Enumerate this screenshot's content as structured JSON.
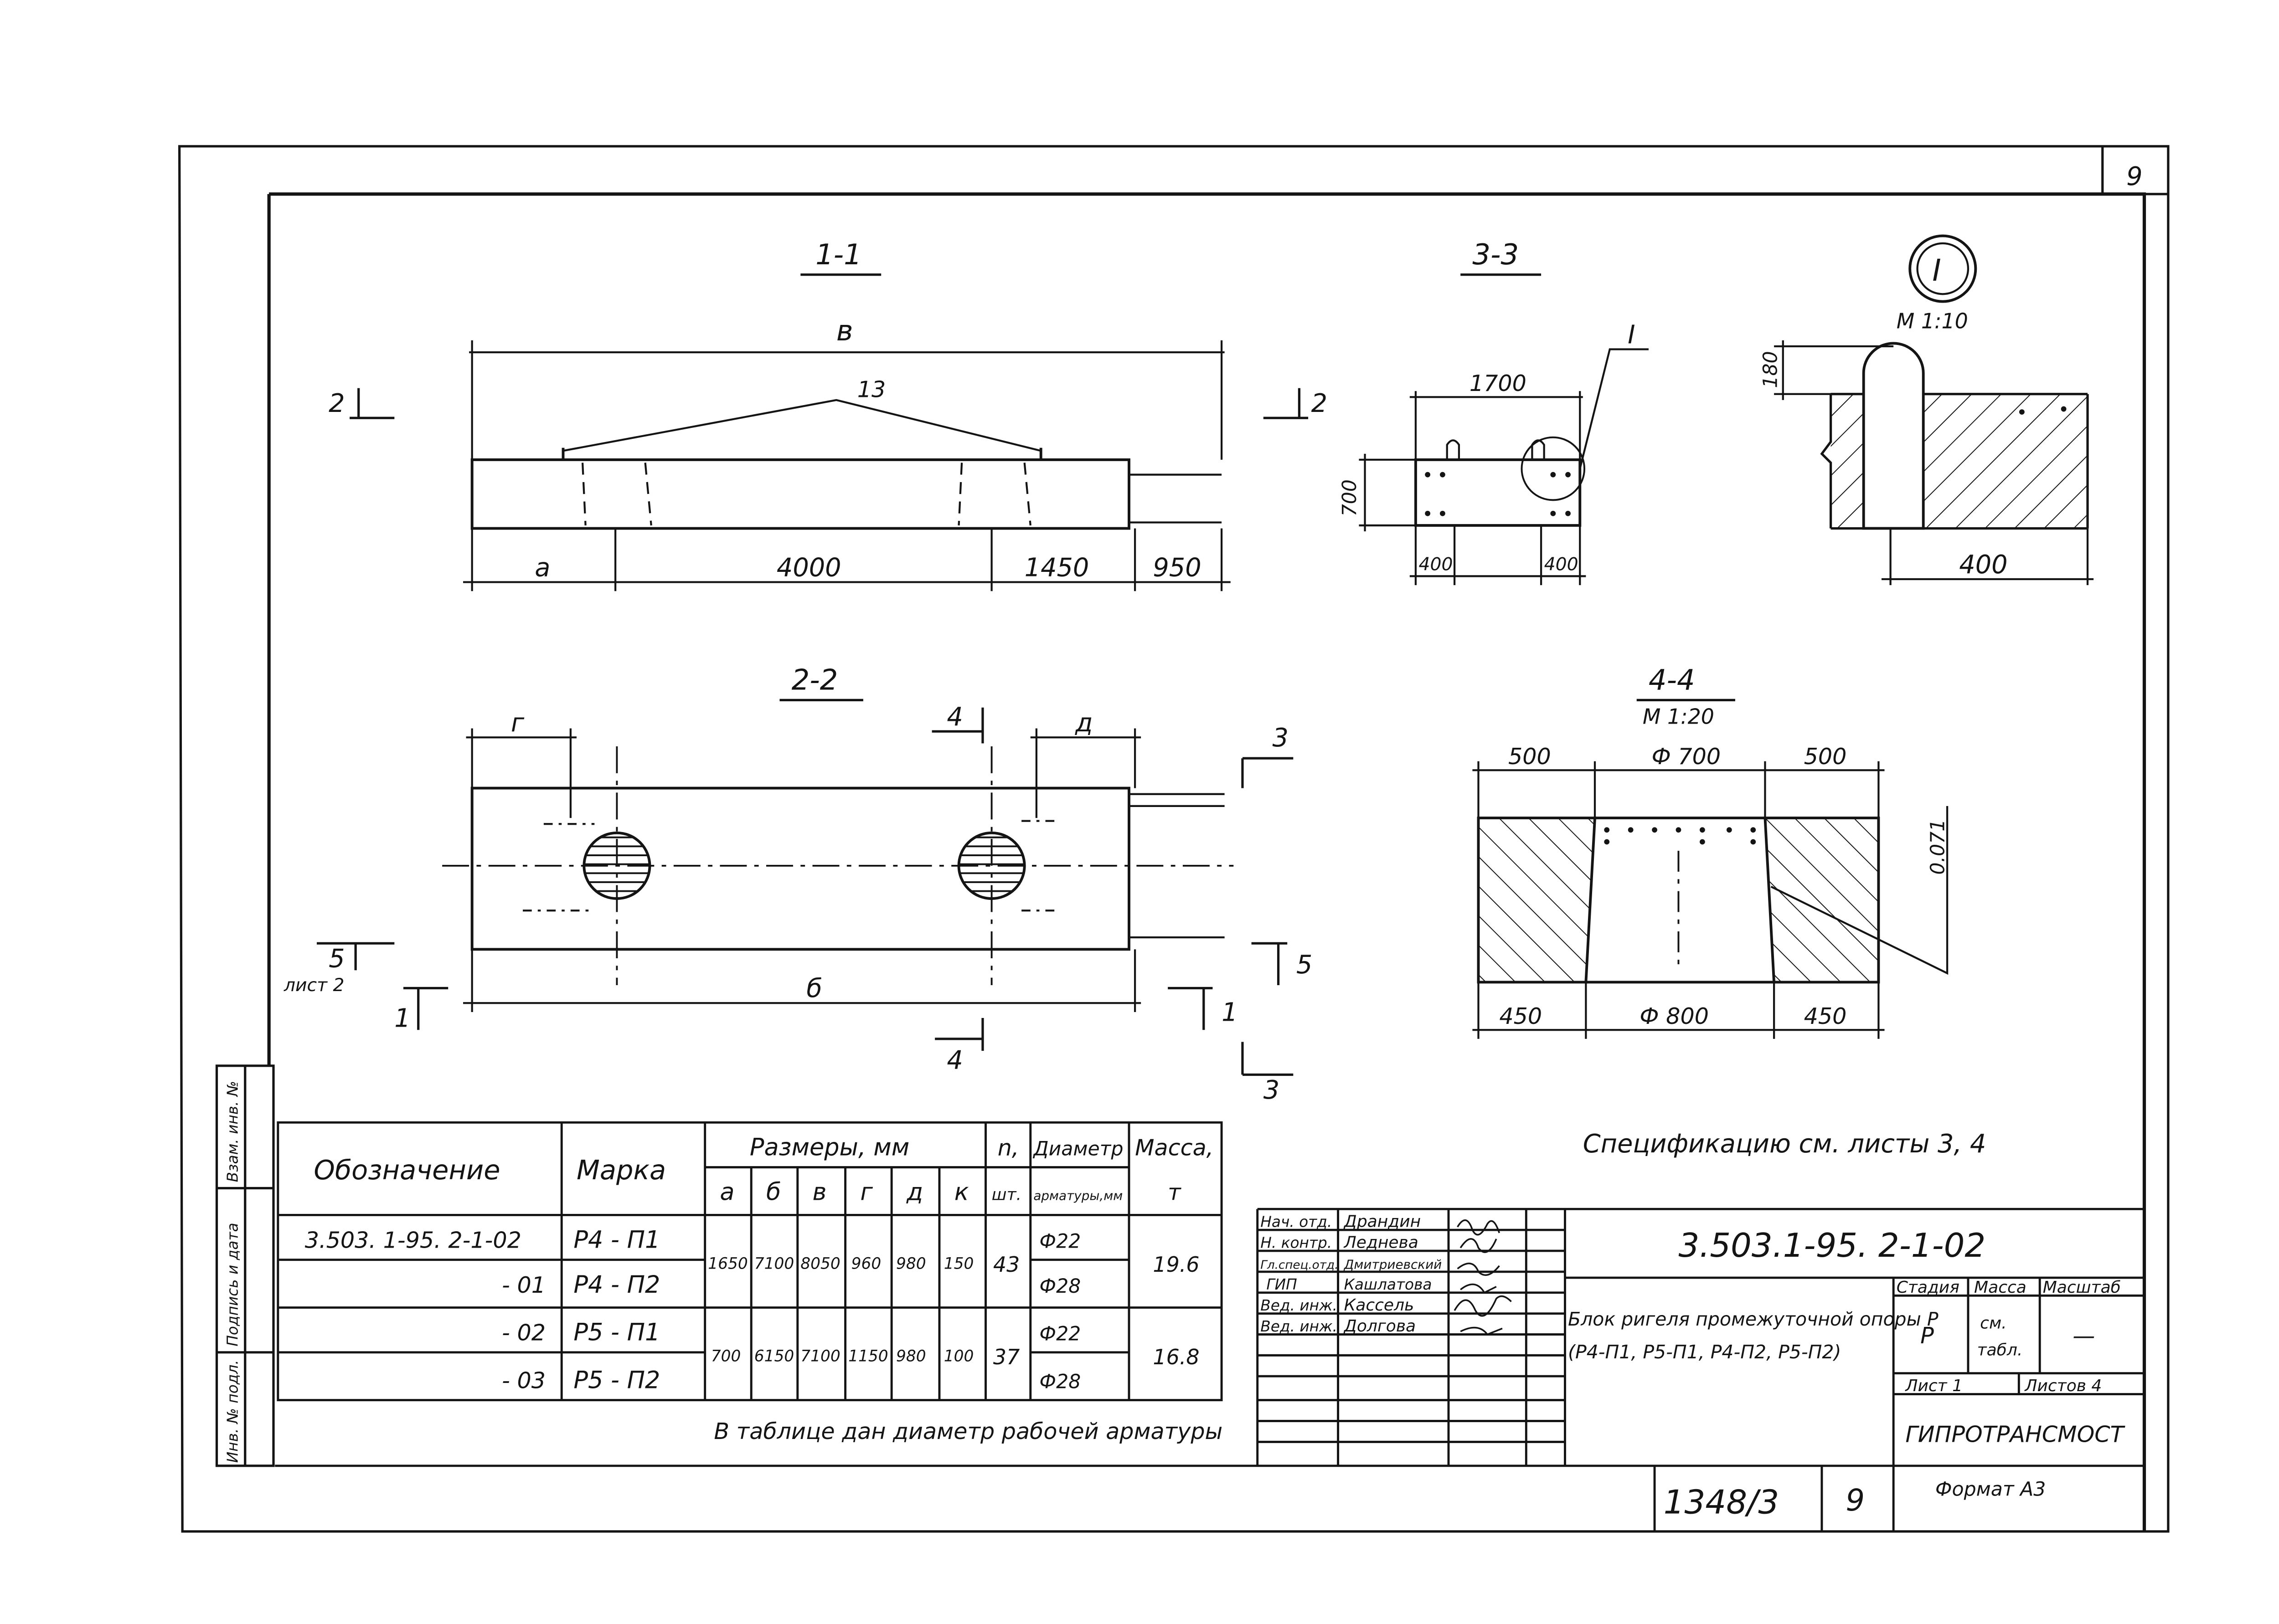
{
  "sheet": {
    "page_number": "9",
    "document_code": "3.503.1-95. 2-1-02",
    "title_line1": "Блок ригеля промежуточной опоры Р",
    "title_line2": "(Р4-П1, Р5-П1, Р4-П2, Р5-П2)",
    "organization": "ГИПРОТРАНСМОСТ",
    "archive_number": "1348/3",
    "archive_sheet": "9",
    "format": "Формат А3",
    "stage_header": "Стадия",
    "mass_header": "Масса",
    "scale_header": "Масштаб",
    "stage_value": "Р",
    "mass_value_1": "см.",
    "mass_value_2": "табл.",
    "scale_value": "—",
    "sheet_label": "Лист 1",
    "sheets_label": "Листов 4"
  },
  "signatures": [
    {
      "role": "Нач. отд.",
      "name": "Драндин"
    },
    {
      "role": "Н. контр.",
      "name": "Леднева"
    },
    {
      "role": "Гл.спец.отд.",
      "name": "Дмитриевский"
    },
    {
      "role": "ГИП",
      "name": "Кашлатова"
    },
    {
      "role": "Вед. инж.",
      "name": "Кассель"
    },
    {
      "role": "Вед. инж.",
      "name": "Долгова"
    }
  ],
  "side_stamp": {
    "inv_orig": "Инв. № подл.",
    "sign_date": "Подпись и дата",
    "replace_inv": "Взам. инв. №"
  },
  "views": {
    "v11": {
      "title": "1-1",
      "dim_top": "в",
      "dim_a": "а",
      "dim_4000": "4000",
      "dim_1450": "1450",
      "dim_950": "950",
      "callout": "13",
      "cut_left": "2",
      "cut_right": "2"
    },
    "v22": {
      "title": "2-2",
      "dim_g": "г",
      "dim_d": "д",
      "dim_b": "б",
      "cut4_top": "4",
      "cut4_bottom": "4",
      "cut3_top": "3",
      "cut3_bottom": "3",
      "cut5_left": "5",
      "cut5_sheet": "лист 2",
      "cut5_right": "5",
      "cut1_left": "1",
      "cut1_right": "1"
    },
    "v33": {
      "title": "3-3",
      "dim_1700": "1700",
      "dim_700": "700",
      "dim_400_left": "400",
      "dim_400_right": "400",
      "callout": "I"
    },
    "node1": {
      "label": "I",
      "scale": "М 1:10",
      "dim_180": "180",
      "dim_400": "400"
    },
    "v44": {
      "title": "4-4",
      "scale": "М 1:20",
      "dim_500_left": "500",
      "dim_phi700": "Ф 700",
      "dim_500_right": "500",
      "dim_450_left": "450",
      "dim_phi800": "Ф 800",
      "dim_450_right": "450",
      "slope": "0.071"
    }
  },
  "spec_note": "Спецификацию см. листы 3, 4",
  "table": {
    "h_designation": "Обозначение",
    "h_mark": "Марка",
    "h_sizes": "Размеры, мм",
    "h_count1": "n,",
    "h_count2": "шт.",
    "h_diam1": "Диаметр",
    "h_diam2": "арматуры,мм",
    "h_mass1": "Масса,",
    "h_mass2": "т",
    "size_cols": [
      "а",
      "б",
      "в",
      "г",
      "д",
      "к"
    ],
    "rows": [
      {
        "designation": "3.503. 1-95. 2-1-02",
        "mark": "Р4 - П1",
        "diameter": "Ф22"
      },
      {
        "designation": "- 01",
        "mark": "Р4 - П2",
        "diameter": "Ф28"
      },
      {
        "designation": "- 02",
        "mark": "Р5 - П1",
        "diameter": "Ф22"
      },
      {
        "designation": "- 03",
        "mark": "Р5 - П2",
        "diameter": "Ф28"
      }
    ],
    "groups": [
      {
        "sizes": [
          "1650",
          "7100",
          "8050",
          "960",
          "980",
          "150"
        ],
        "count": "43",
        "mass": "19.6"
      },
      {
        "sizes": [
          "700",
          "6150",
          "7100",
          "1150",
          "980",
          "100"
        ],
        "count": "37",
        "mass": "16.8"
      }
    ],
    "note": "В таблице дан диаметр рабочей арматуры"
  }
}
